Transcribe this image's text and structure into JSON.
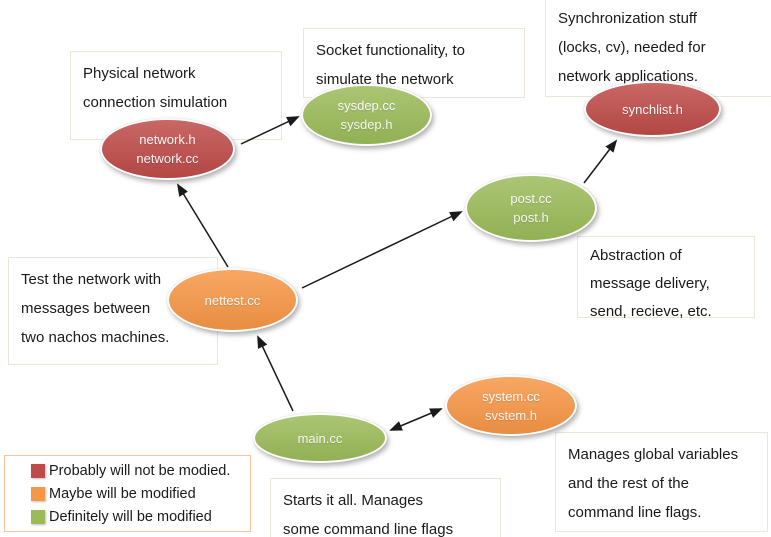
{
  "diagram": {
    "colors": {
      "red": "#BE4B48",
      "orange": "#F79646",
      "green": "#9BBB59",
      "arrow": "#1a1a1a",
      "note_border": "#ece6d9",
      "legend_border": "#f9c499"
    },
    "nodes": {
      "network": {
        "label": "network.h\nnetwork.cc",
        "color": "#BE4B48"
      },
      "sysdep": {
        "label": "sysdep.cc\nsysdep.h",
        "color": "#9BBB59"
      },
      "synchlist": {
        "label": "synchlist.h",
        "color": "#BE4B48"
      },
      "post": {
        "label": "post.cc\npost.h",
        "color": "#9BBB59"
      },
      "nettest": {
        "label": "nettest.cc",
        "color": "#F79646"
      },
      "main": {
        "label": "main.cc",
        "color": "#9BBB59"
      },
      "system": {
        "label": "system.cc\nsvstem.h",
        "color": "#F79646"
      }
    },
    "notes": {
      "physical": "Physical network\nconnection simulation",
      "socket": "Socket functionality, to\nsimulate the network",
      "sync": "Synchronization stuff\n(locks, cv), needed for\nnetwork applications.",
      "test": "Test the network with\nmessages between\n two nachos machines.",
      "abstraction": "Abstraction of\nmessage delivery,\nsend, recieve, etc.",
      "starts": "Starts it all. Manages\nsome command line flags",
      "manages": "Manages global variables\nand the rest of the\ncommand line flags."
    },
    "legend": {
      "items": [
        {
          "color": "#BE4B48",
          "label": "Probably will not be modied."
        },
        {
          "color": "#F79646",
          "label": "Maybe will be modified"
        },
        {
          "color": "#9BBB59",
          "label": "Definitely will be modified"
        }
      ]
    },
    "edges": [
      {
        "from": "network",
        "to": "sysdep",
        "directed": true
      },
      {
        "from": "nettest",
        "to": "network",
        "directed": true
      },
      {
        "from": "nettest",
        "to": "post",
        "directed": true
      },
      {
        "from": "post",
        "to": "synchlist",
        "directed": true
      },
      {
        "from": "main",
        "to": "nettest",
        "directed": true
      },
      {
        "from": "main",
        "to": "system",
        "bidirectional": true
      }
    ]
  }
}
